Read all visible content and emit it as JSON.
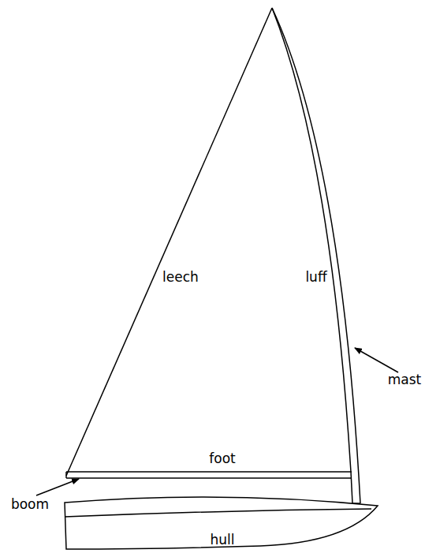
{
  "diagram": {
    "nodes": [
      {
        "text": [
          "hull"
        ]
      }
    ],
    "labels": [
      "leech",
      "luff",
      "mast",
      "foot",
      "boom"
    ]
  }
}
